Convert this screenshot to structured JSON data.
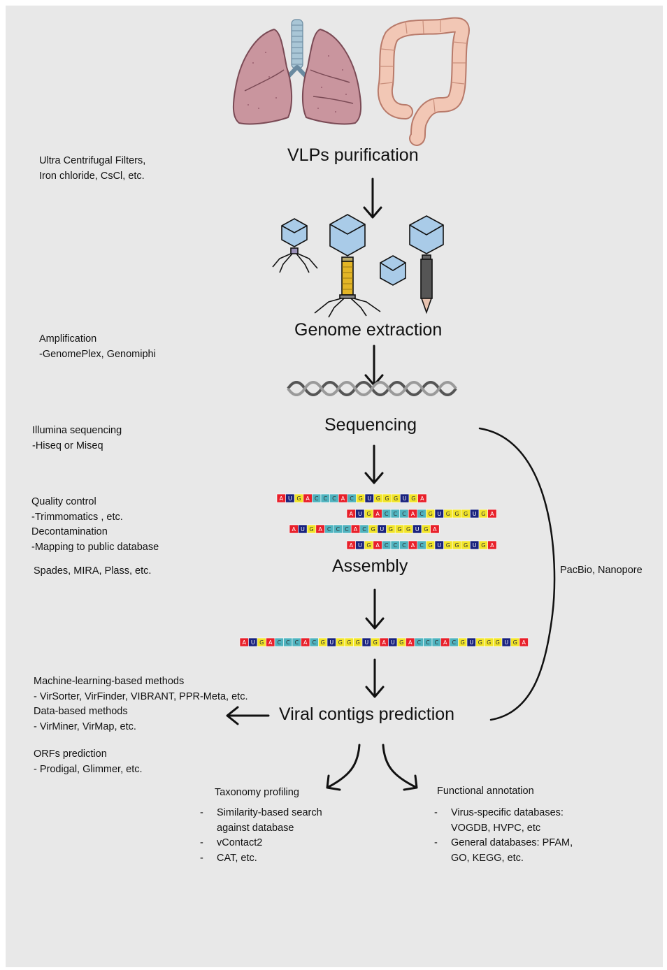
{
  "steps": {
    "vlp": "VLPs purification",
    "genome": "Genome extraction",
    "sequencing": "Sequencing",
    "assembly": "Assembly",
    "viral": "Viral contigs prediction"
  },
  "notes": {
    "vlp": [
      "Ultra Centrifugal Filters,",
      "Iron chloride, CsCl, etc."
    ],
    "amplification": [
      "Amplification",
      "-GenomePlex, Genomiphi"
    ],
    "illumina": [
      "Illumina sequencing",
      "-Hiseq or Miseq"
    ],
    "qc": [
      "Quality control",
      "-Trimmomatics , etc.",
      "Decontamination",
      "-Mapping to public database"
    ],
    "assemblers": "Spades, MIRA, Plass, etc.",
    "longread": "PacBio, Nanopore",
    "methods": [
      "Machine-learning-based methods",
      "- VirSorter, VirFinder, VIBRANT, PPR-Meta, etc.",
      "Data-based methods",
      "- VirMiner, VirMap, etc."
    ],
    "orf": [
      "ORFs prediction",
      "- Prodigal, Glimmer, etc."
    ]
  },
  "taxonomy": {
    "title": "Taxonomy profiling",
    "items": [
      "Similarity-based search\nagainst database",
      "vContact2",
      "CAT, etc."
    ]
  },
  "functional": {
    "title": "Functional annotation",
    "items": [
      "Virus-specific databases:\nVOGDB, HVPC, etc",
      "General databases: PFAM,\nGO, KEGG, etc."
    ]
  },
  "bullet": "-",
  "sequences": {
    "read": "AUGACCCACGUGGGUGA",
    "contig": "AUGACCCACGUGGGUGAUGACCCACGUGGGUGA"
  },
  "base_colors": {
    "A": "#e8202a",
    "U": "#1a237e",
    "G": "#f2e52a",
    "C": "#4fb3bf"
  },
  "base_text_colors": {
    "A": "#ffffff",
    "U": "#ffffff",
    "G": "#333333",
    "C": "#333333"
  }
}
